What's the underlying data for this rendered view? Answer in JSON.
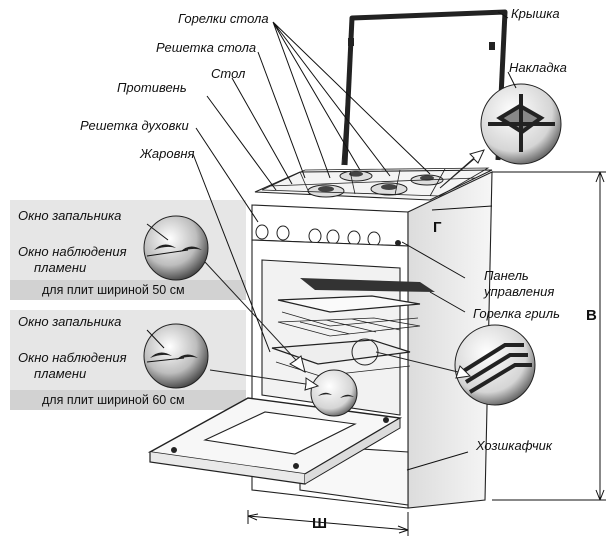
{
  "labels": {
    "burners": "Горелки стола",
    "lid": "Крышка",
    "table_grate": "Решетка стола",
    "trim": "Накладка",
    "table": "Стол",
    "tray": "Противень",
    "oven_grate": "Решетка духовки",
    "roaster": "Жаровня",
    "control_panel_l1": "Панель",
    "control_panel_l2": "управления",
    "grill_burner": "Горелка гриль",
    "drawer": "Хозшкафчик"
  },
  "dimensions": {
    "depth": "Г",
    "height": "В",
    "width": "Ш"
  },
  "inset_top": {
    "igniter_window": "Окно запальника",
    "flame_window_l1": "Окно наблюдения",
    "flame_window_l2": "пламени",
    "caption": "для плит шириной 50 см"
  },
  "inset_bottom": {
    "igniter_window": "Окно запальника",
    "flame_window_l1": "Окно наблюдения",
    "flame_window_l2": "пламени",
    "caption": "для плит шириной 60 см"
  },
  "colors": {
    "inset_bg": "#e6e6e6",
    "caption_bg": "#d2d2d2",
    "line": "#111111",
    "steel": "#f2f2f2",
    "arrow_fill": "#ffffff"
  }
}
